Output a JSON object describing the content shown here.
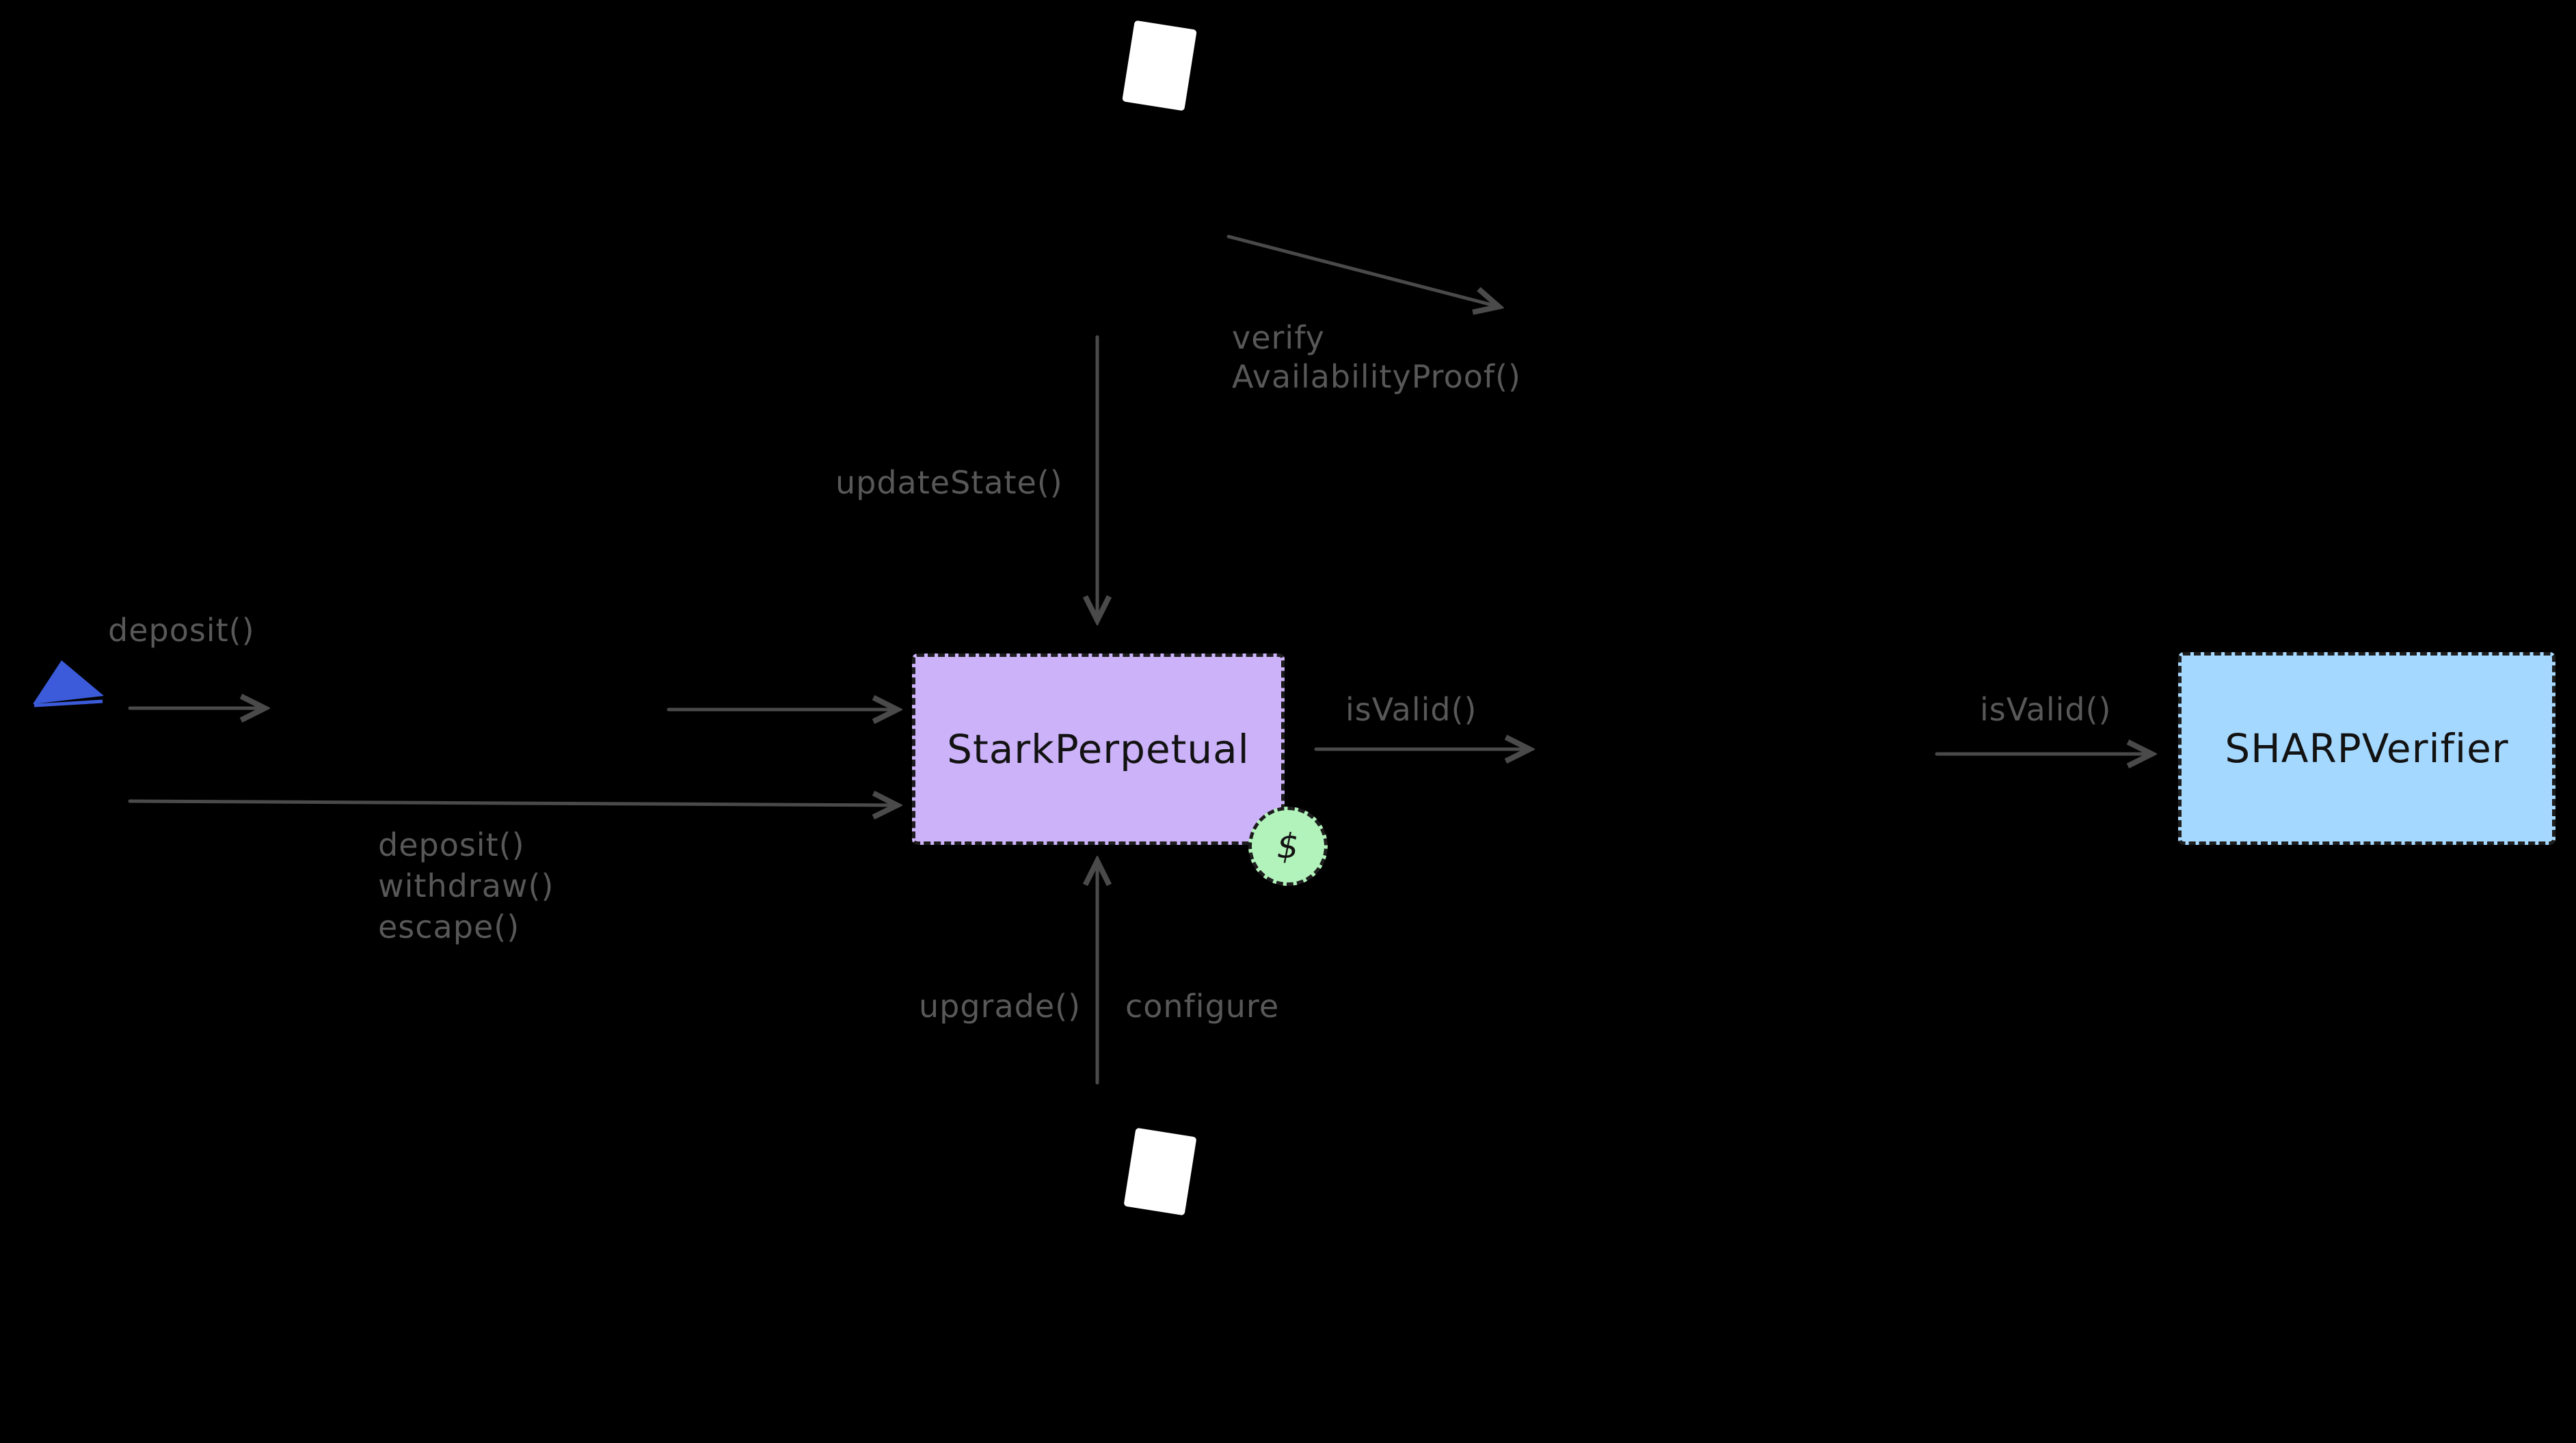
{
  "palette": {
    "background": "#000000",
    "arrow": "#4a4a4a",
    "label_text": "#585858",
    "box_border": "#1d1d1d",
    "box_text": "#121212",
    "stark_fill": "#cbb2f9",
    "sharp_fill": "#a5d8ff",
    "money_fill": "#b2f2bb",
    "document_fill": "#ffffff",
    "pointer_fill": "#3b5bdb"
  },
  "nodes": {
    "stark_perpetual": {
      "label": "StarkPerpetual"
    },
    "sharp_verifier": {
      "label": "SHARPVerifier"
    },
    "money_badge": {
      "label": "$"
    }
  },
  "labels": {
    "update_state": "updateState()",
    "verify_availability_proof": "verify\nAvailabilityProof()",
    "deposit": "deposit()",
    "deposit_withdraw_escape": "deposit()\nwithdraw()\nescape()",
    "is_valid_left": "isValid()",
    "is_valid_right": "isValid()",
    "upgrade": "upgrade()",
    "configure": "configure"
  },
  "icons": {
    "document_top": "document-icon",
    "document_bottom": "document-icon",
    "pointer": "cursor-triangle-icon",
    "money": "dollar-icon"
  }
}
